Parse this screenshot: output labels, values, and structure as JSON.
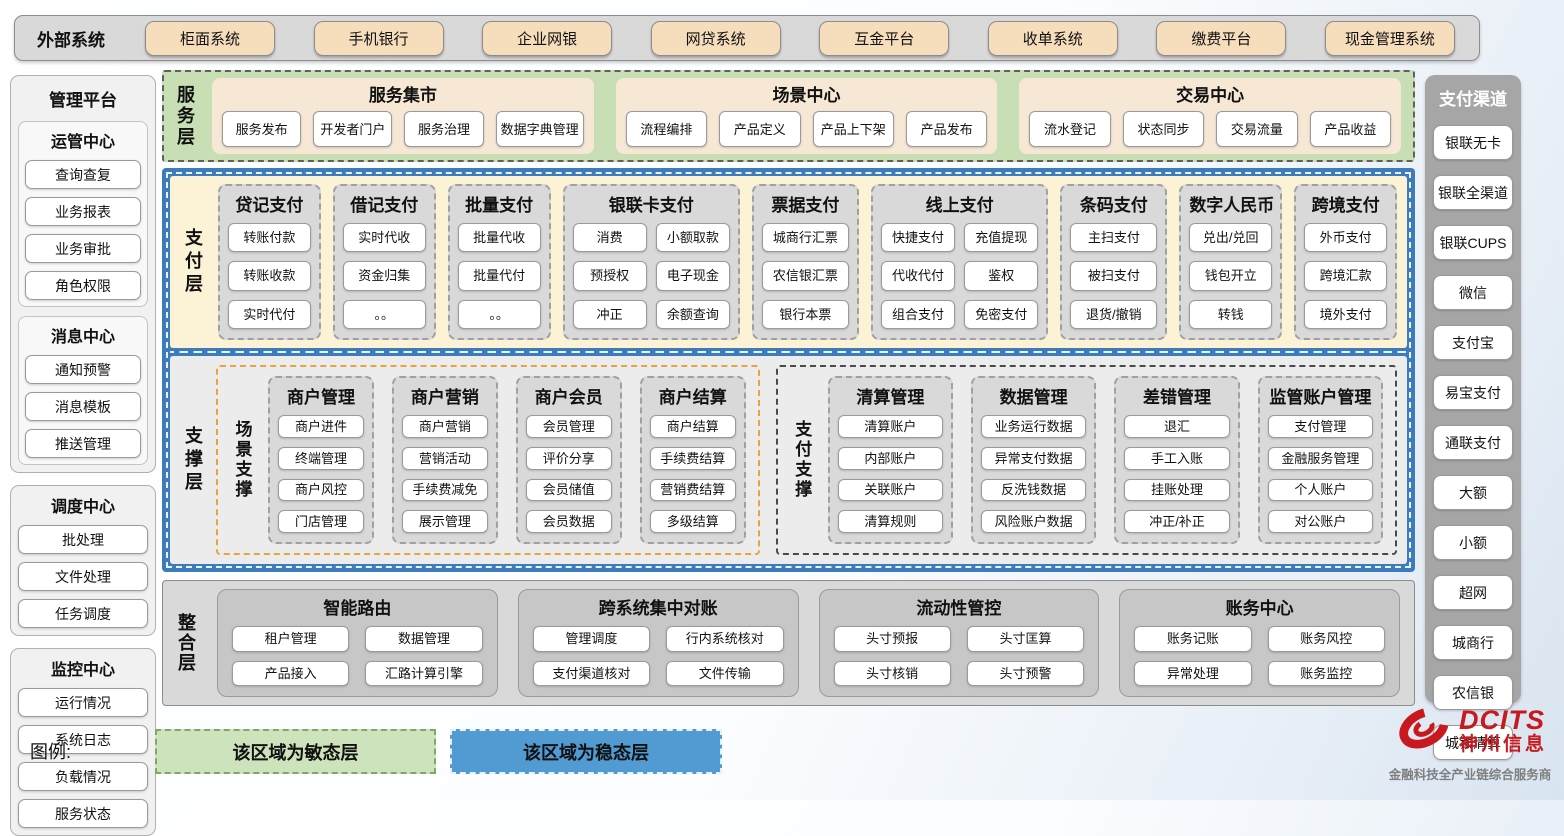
{
  "external_systems": {
    "label": "外部系统",
    "items": [
      "柜面系统",
      "手机银行",
      "企业网银",
      "网贷系统",
      "互金平台",
      "收单系统",
      "缴费平台",
      "现金管理系统"
    ]
  },
  "management_platform": {
    "title": "管理平台",
    "groups": [
      {
        "title": "运管中心",
        "items": [
          "查询查复",
          "业务报表",
          "业务审批",
          "角色权限"
        ]
      },
      {
        "title": "消息中心",
        "items": [
          "通知预警",
          "消息模板",
          "推送管理"
        ]
      },
      {
        "title": "调度中心",
        "items": [
          "批处理",
          "文件处理",
          "任务调度"
        ]
      },
      {
        "title": "监控中心",
        "items": [
          "运行情况",
          "系统日志",
          "负载情况",
          "服务状态"
        ]
      }
    ]
  },
  "service_layer": {
    "label": "服务层",
    "groups": [
      {
        "title": "服务集市",
        "items": [
          "服务发布",
          "开发者门户",
          "服务治理",
          "数据字典管理"
        ]
      },
      {
        "title": "场景中心",
        "items": [
          "流程编排",
          "产品定义",
          "产品上下架",
          "产品发布"
        ]
      },
      {
        "title": "交易中心",
        "items": [
          "流水登记",
          "状态同步",
          "交易流量",
          "产品收益"
        ]
      }
    ]
  },
  "payment_layer": {
    "label": "支付层",
    "groups": [
      {
        "title": "贷记支付",
        "cols": 1,
        "grow": 1,
        "items": [
          "转账付款",
          "转账收款",
          "实时代付"
        ]
      },
      {
        "title": "借记支付",
        "cols": 1,
        "grow": 1,
        "items": [
          "实时代收",
          "资金归集",
          "。。"
        ]
      },
      {
        "title": "批量支付",
        "cols": 1,
        "grow": 1,
        "items": [
          "批量代收",
          "批量代付",
          "。。"
        ]
      },
      {
        "title": "银联卡支付",
        "cols": 2,
        "grow": 1.9,
        "items": [
          "消费",
          "小额取款",
          "预授权",
          "电子现金",
          "冲正",
          "余额查询"
        ]
      },
      {
        "title": "票据支付",
        "cols": 1,
        "grow": 1.05,
        "items": [
          "城商行汇票",
          "农信银汇票",
          "银行本票"
        ]
      },
      {
        "title": "线上支付",
        "cols": 2,
        "grow": 1.9,
        "items": [
          "快捷支付",
          "充值提现",
          "代收代付",
          "鉴权",
          "组合支付",
          "免密支付"
        ]
      },
      {
        "title": "条码支付",
        "cols": 1,
        "grow": 1.05,
        "items": [
          "主扫支付",
          "被扫支付",
          "退货/撤销"
        ]
      },
      {
        "title": "数字人民币",
        "cols": 1,
        "grow": 1,
        "items": [
          "兑出/兑回",
          "钱包开立",
          "转钱"
        ]
      },
      {
        "title": "跨境支付",
        "cols": 1,
        "grow": 1,
        "items": [
          "外币支付",
          "跨境汇款",
          "境外支付"
        ]
      }
    ]
  },
  "support_layer": {
    "label": "支撑层",
    "sections": [
      {
        "label": "场景支撑",
        "border_color": "#e8a33d",
        "grow": 0.93,
        "groups": [
          {
            "title": "商户管理",
            "items": [
              "商户进件",
              "终端管理",
              "商户风控",
              "门店管理"
            ]
          },
          {
            "title": "商户营销",
            "items": [
              "商户营销",
              "营销活动",
              "手续费减免",
              "展示管理"
            ]
          },
          {
            "title": "商户会员",
            "items": [
              "会员管理",
              "评价分享",
              "会员储值",
              "会员数据"
            ]
          },
          {
            "title": "商户结算",
            "items": [
              "商户结算",
              "手续费结算",
              "营销费结算",
              "多级结算"
            ]
          }
        ]
      },
      {
        "label": "支付支撑",
        "border_color": "#4a4a4a",
        "grow": 1.07,
        "groups": [
          {
            "title": "清算管理",
            "items": [
              "清算账户",
              "内部账户",
              "关联账户",
              "清算规则"
            ]
          },
          {
            "title": "数据管理",
            "items": [
              "业务运行数据",
              "异常支付数据",
              "反洗钱数据",
              "风险账户数据"
            ]
          },
          {
            "title": "差错管理",
            "items": [
              "退汇",
              "手工入账",
              "挂账处理",
              "冲正/补正"
            ]
          },
          {
            "title": "监管账户管理",
            "items": [
              "支付管理",
              "金融服务管理",
              "个人账户",
              "对公账户"
            ]
          }
        ]
      }
    ]
  },
  "integration_layer": {
    "label": "整合层",
    "groups": [
      {
        "title": "智能路由",
        "items": [
          "租户管理",
          "数据管理",
          "产品接入",
          "汇路计算引擎"
        ]
      },
      {
        "title": "跨系统集中对账",
        "items": [
          "管理调度",
          "行内系统核对",
          "支付渠道核对",
          "文件传输"
        ]
      },
      {
        "title": "流动性管控",
        "items": [
          "头寸预报",
          "头寸匡算",
          "头寸核销",
          "头寸预警"
        ]
      },
      {
        "title": "账务中心",
        "items": [
          "账务记账",
          "账务风控",
          "异常处理",
          "账务监控"
        ]
      }
    ]
  },
  "payment_channels": {
    "title": "支付渠道",
    "items": [
      "银联无卡",
      "银联全渠道",
      "银联CUPS",
      "微信",
      "支付宝",
      "易宝支付",
      "通联支付",
      "大额",
      "小额",
      "超网",
      "城商行",
      "农信银",
      "城银清算"
    ]
  },
  "legend": {
    "label": "图例:",
    "items": [
      {
        "text": "该区域为敏态层",
        "color": "#cde3bb"
      },
      {
        "text": "该区域为稳态层",
        "color": "#529ad2"
      }
    ]
  },
  "logo": {
    "brand": "DCITS",
    "name": "神州信息",
    "tagline": "金融科技全产业链综合服务商"
  }
}
